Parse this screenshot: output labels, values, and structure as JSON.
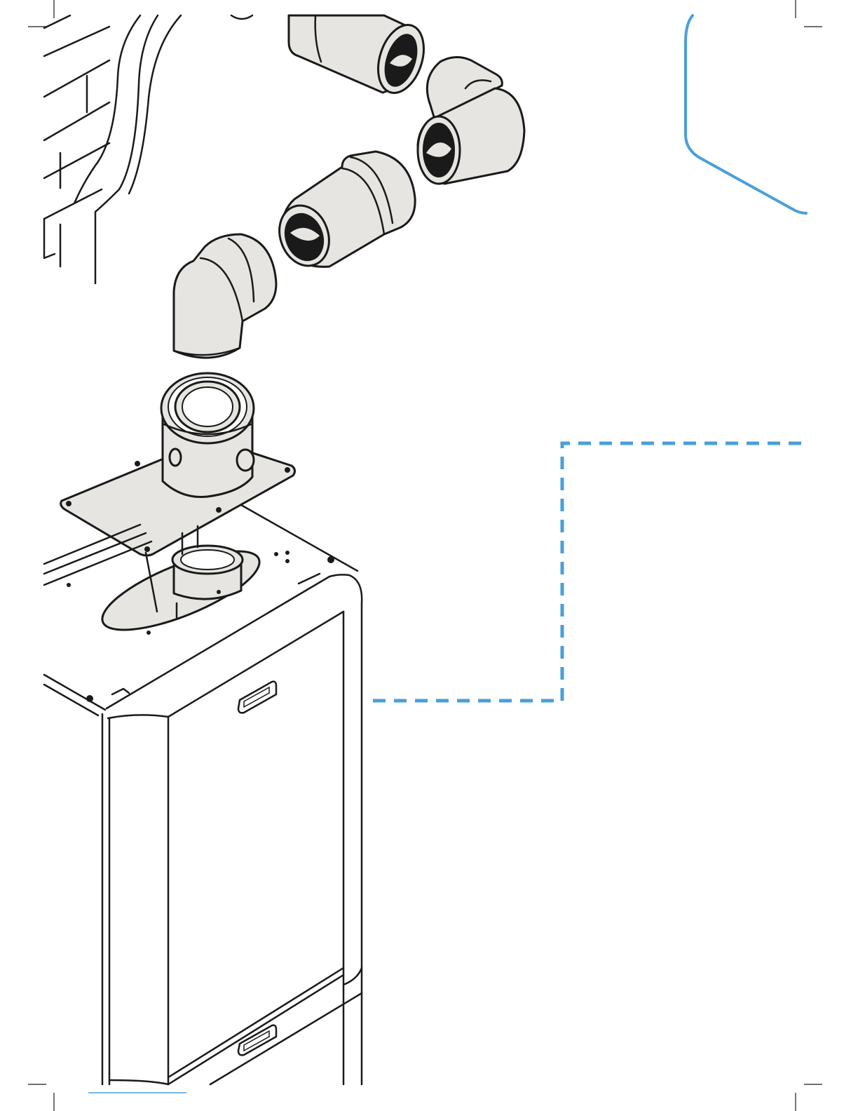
{
  "diagram": {
    "accent_color": "#4a9fd8",
    "ink_color": "#1a1a1a",
    "pipe_fill_color": "#e7e5e1",
    "components": [
      "wall-terminal-elbow",
      "extension-pipe-upper",
      "elbow-90-degree",
      "extension-pipe-lower",
      "vertical-elbow",
      "flue-adaptor-with-flange",
      "boiler-casing",
      "wall-bricks"
    ],
    "callout_style": "dashed",
    "frame_style": "solid-rounded"
  }
}
